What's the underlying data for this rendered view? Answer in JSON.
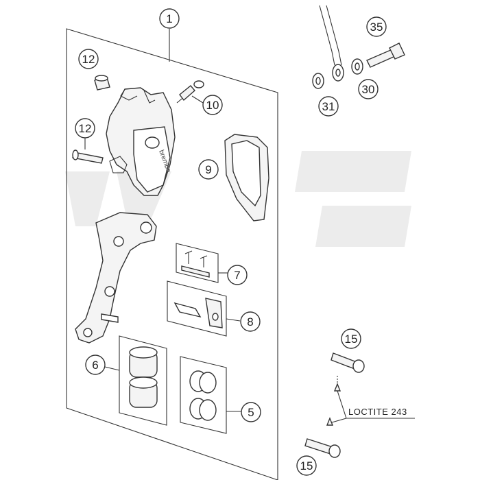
{
  "callouts": {
    "c1": "1",
    "c5": "5",
    "c6": "6",
    "c7": "7",
    "c8": "8",
    "c9": "9",
    "c10": "10",
    "c12a": "12",
    "c12b": "12",
    "c15a": "15",
    "c15b": "15",
    "c30": "30",
    "c31": "31",
    "c35": "35"
  },
  "note": "LOCTITE 243",
  "caliper_brand": "brembo"
}
